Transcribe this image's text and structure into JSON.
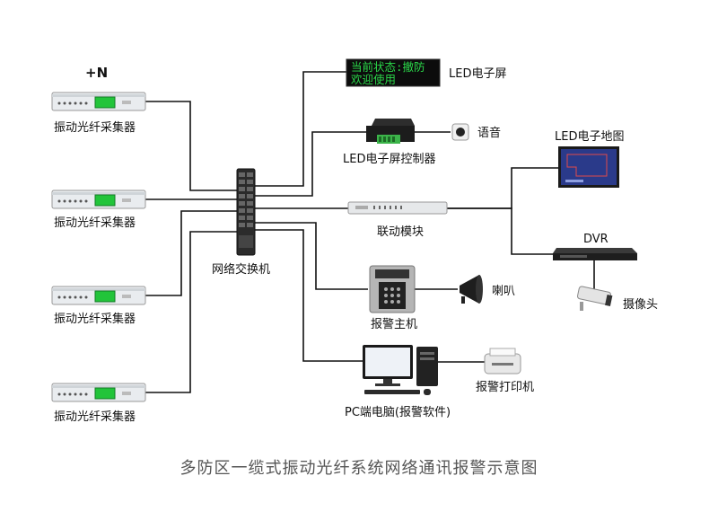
{
  "labels": {
    "plus_n": "+N",
    "collector": "振动光纤采集器",
    "switch": "网络交换机",
    "led_screen": "LED电子屏",
    "led_line1": "当前状态:撤防",
    "led_line2": "欢迎使用",
    "led_controller": "LED电子屏控制器",
    "voice": "语音",
    "linkage_module": "联动模块",
    "led_map": "LED电子地图",
    "dvr": "DVR",
    "camera": "摄像头",
    "alarm_host": "报警主机",
    "horn": "喇叭",
    "pc": "PC端电脑(报警软件)",
    "printer": "报警打印机"
  },
  "caption": "多防区一缆式振动光纤系统网络通讯报警示意图",
  "colors": {
    "led_green": "#2bd94a",
    "collector_screen": "#22c43a",
    "switch_body": "#2b2b2b",
    "map_screen": "#2a3a8a"
  },
  "icons": {
    "collector": "rack-unit-icon",
    "switch": "network-switch-icon",
    "led_screen": "led-display-icon",
    "controller": "controller-box-icon",
    "voice": "speaker-icon",
    "module": "rack-module-icon",
    "map": "map-screen-icon",
    "dvr": "dvr-icon",
    "camera": "cctv-camera-icon",
    "alarm_host": "alarm-keypad-icon",
    "horn": "horn-speaker-icon",
    "pc": "desktop-pc-icon",
    "printer": "receipt-printer-icon"
  }
}
